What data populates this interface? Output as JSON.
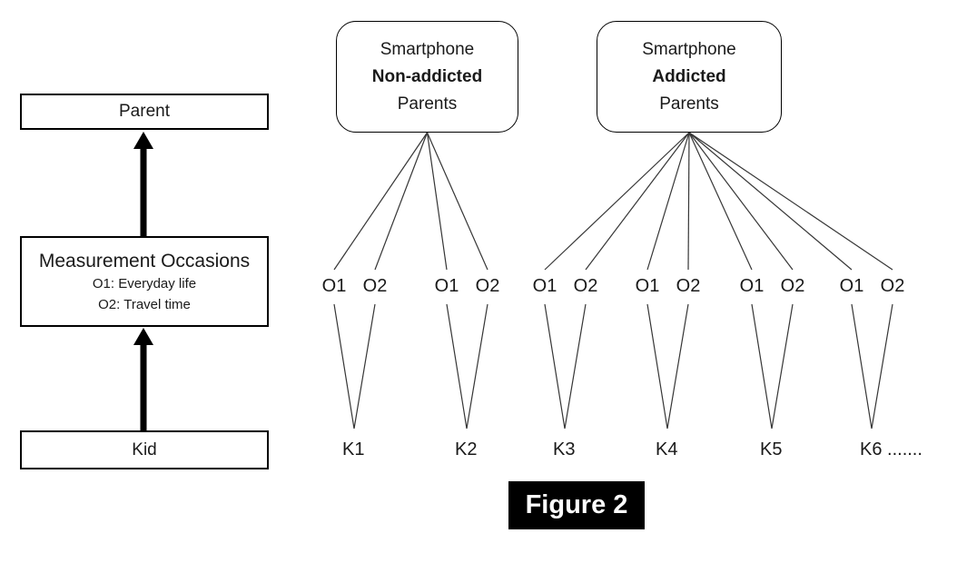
{
  "figure_caption": "Figure 2",
  "left_panel": {
    "parent_label": "Parent",
    "measurement_title": "Measurement Occasions",
    "measurement_items": [
      "O1: Everyday life",
      "O2: Travel time"
    ],
    "kid_label": "Kid"
  },
  "groups": [
    {
      "line1": "Smartphone",
      "line2_bold": "Non-addicted",
      "line3": "Parents",
      "kids": [
        {
          "name": "K1",
          "occasions": [
            "O1",
            "O2"
          ]
        },
        {
          "name": "K2",
          "occasions": [
            "O1",
            "O2"
          ]
        }
      ]
    },
    {
      "line1": "Smartphone",
      "line2_bold": "Addicted",
      "line3": "Parents",
      "kids": [
        {
          "name": "K3",
          "occasions": [
            "O1",
            "O2"
          ]
        },
        {
          "name": "K4",
          "occasions": [
            "O1",
            "O2"
          ]
        },
        {
          "name": "K5",
          "occasions": [
            "O1",
            "O2"
          ]
        },
        {
          "name": "K6 .......",
          "occasions": [
            "O1",
            "O2"
          ]
        }
      ]
    }
  ],
  "colors": {
    "connector_line": "#363636",
    "box_border": "#000000",
    "arrow": "#000000",
    "text": "#1a1a1a",
    "caption_bg": "#000000",
    "caption_fg": "#ffffff"
  }
}
